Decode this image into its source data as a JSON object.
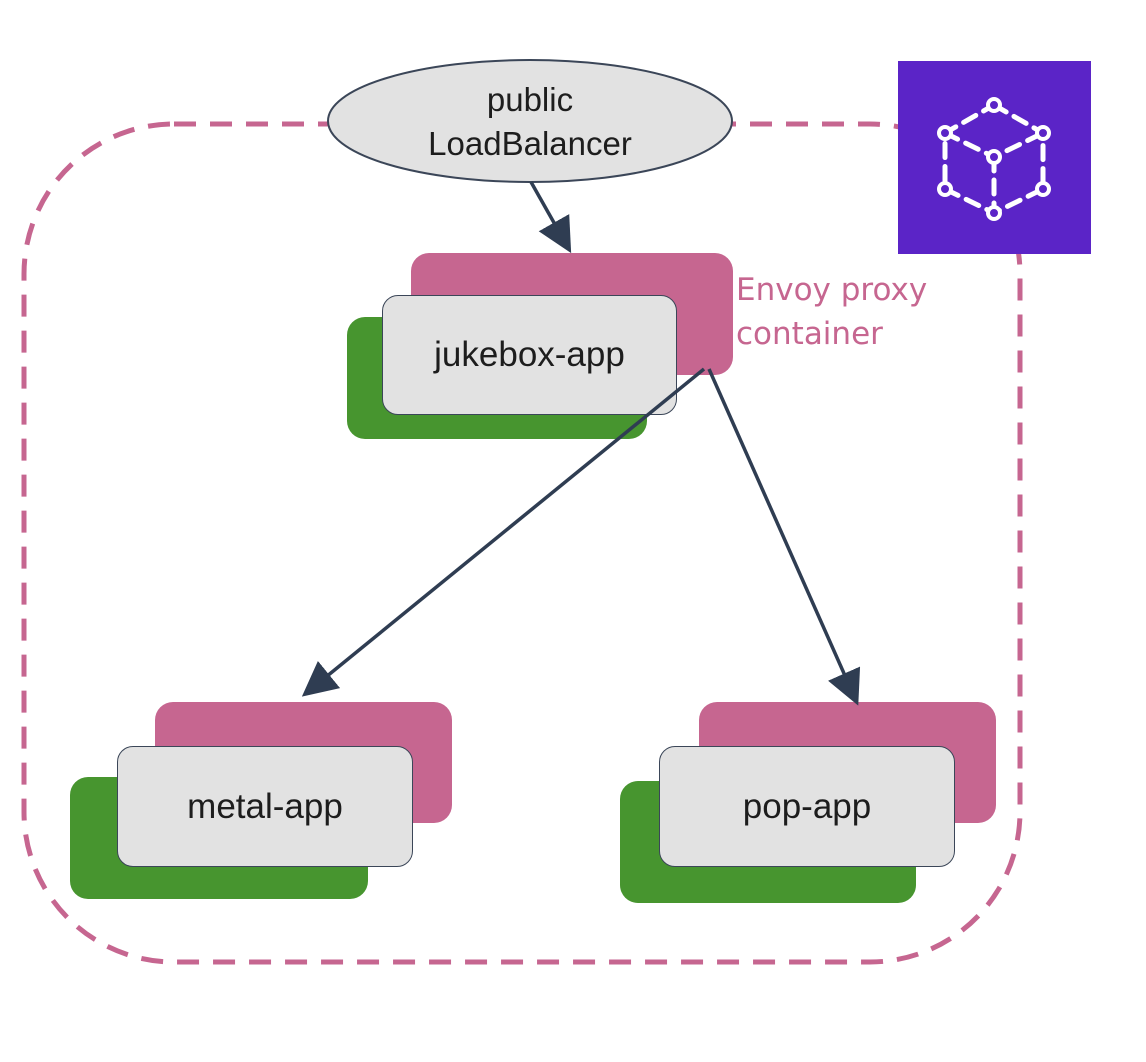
{
  "load_balancer": {
    "line1": "public",
    "line2": "LoadBalancer"
  },
  "envoy_label": {
    "line1": "Envoy proxy",
    "line2": "container"
  },
  "apps": {
    "jukebox": "jukebox-app",
    "metal": "metal-app",
    "pop": "pop-app"
  },
  "colors": {
    "envoy_proxy": "#c66690",
    "app_container_back": "#47952f",
    "app_card": "#e2e2e2",
    "arrow": "#2f3d52",
    "mesh_boundary": "#c66690",
    "mesh_badge": "#5b24c7"
  },
  "icons": {
    "mesh_badge": "app-mesh-cube-icon"
  }
}
